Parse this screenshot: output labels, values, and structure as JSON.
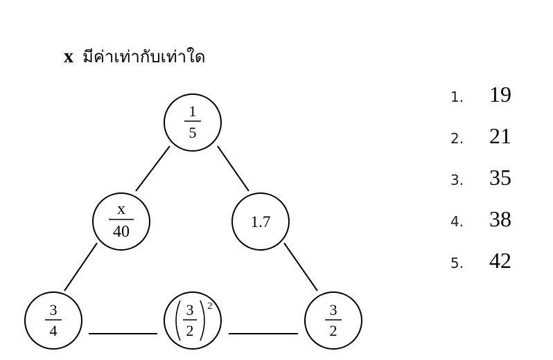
{
  "question": {
    "variable": "x",
    "text": "มีค่าเท่ากับเท่าใด"
  },
  "nodes": {
    "top": {
      "type": "fraction",
      "num": "1",
      "den": "5"
    },
    "middle_left": {
      "type": "fraction",
      "num": "x",
      "den": "40"
    },
    "middle_right": {
      "type": "text",
      "value": "1.7"
    },
    "bottom_left": {
      "type": "fraction",
      "num": "3",
      "den": "4"
    },
    "bottom_mid": {
      "type": "power_fraction",
      "num": "3",
      "den": "2",
      "exponent": "2"
    },
    "bottom_right": {
      "type": "fraction",
      "num": "3",
      "den": "2"
    }
  },
  "choices": [
    {
      "num": "1.",
      "value": "19"
    },
    {
      "num": "2.",
      "value": "21"
    },
    {
      "num": "3.",
      "value": "35"
    },
    {
      "num": "4.",
      "value": "38"
    },
    {
      "num": "5.",
      "value": "42"
    }
  ]
}
